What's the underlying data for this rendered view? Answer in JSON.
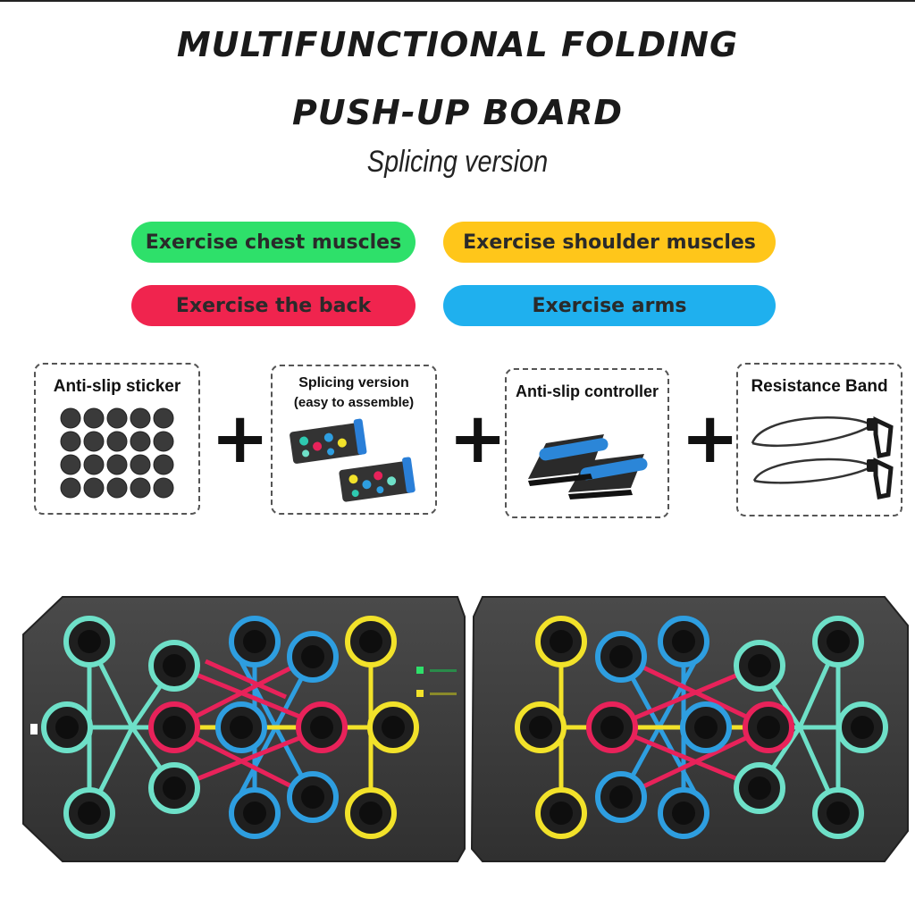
{
  "header": {
    "title_line1": "MULTIFUNCTIONAL FOLDING",
    "title_line2": "PUSH-UP BOARD",
    "subtitle": "Splicing version"
  },
  "legend_pills": [
    {
      "label": "Exercise chest muscles",
      "color": "#2ee06a"
    },
    {
      "label": "Exercise shoulder muscles",
      "color": "#ffc61a"
    },
    {
      "label": "Exercise the back",
      "color": "#f0244e"
    },
    {
      "label": "Exercise arms",
      "color": "#1fb0ee"
    }
  ],
  "accessories": [
    {
      "label": "Anti-slip sticker",
      "icon": "sticker-pads-icon"
    },
    {
      "label_line1": "Splicing version",
      "label_line2": "(easy to assemble)",
      "icon": "splicing-board-icon"
    },
    {
      "label": "Anti-slip controller",
      "icon": "pushup-handle-icon"
    },
    {
      "label": "Resistance Band",
      "icon": "resistance-band-icon"
    }
  ],
  "plus_symbol": "+",
  "board_colors": {
    "chest": "#6ee0c8",
    "shoulder": "#f2e22a",
    "back": "#e8225a",
    "arms": "#2e9ee0",
    "board": "#3b3b3b"
  }
}
